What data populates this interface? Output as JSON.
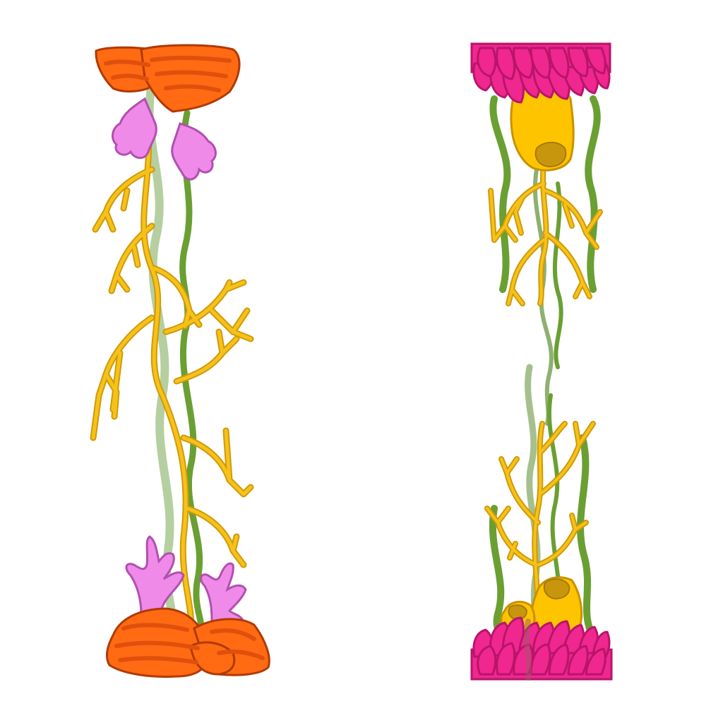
{
  "scene": {
    "background": "#ffffff"
  },
  "palette": {
    "rock_fill": "#ff6a13",
    "rock_stripe": "#e0500c",
    "rock_outline": "#b03a05",
    "coral_yellow": "#f6c21a",
    "coral_yellow_outline": "#cf9a08",
    "coral_pink": "#f08ae8",
    "coral_pink_outline": "#b24fb0",
    "anemone_magenta": "#f0278f",
    "anemone_outline": "#b8156a",
    "sponge_yellow": "#ffc400",
    "sponge_outline": "#c89200",
    "sponge_hole": "#c8960c",
    "seaweed_green": "#6a9f32",
    "seaweed_light": "#8fb070"
  },
  "sprites": [
    {
      "id": "left-column",
      "icon": "coral-reef-column-sprite",
      "parts": [
        "orange-rock-top",
        "pink-coral-top",
        "yellow-branch-coral",
        "green-seaweed",
        "pink-coral-bottom",
        "orange-rock-bottom"
      ]
    },
    {
      "id": "right-column",
      "icon": "anemone-column-sprite",
      "parts": [
        "magenta-anemone-top",
        "yellow-sponge-top",
        "yellow-branch-coral",
        "green-kelp",
        "yellow-sponge-bottom",
        "magenta-anemone-bottom"
      ]
    }
  ]
}
